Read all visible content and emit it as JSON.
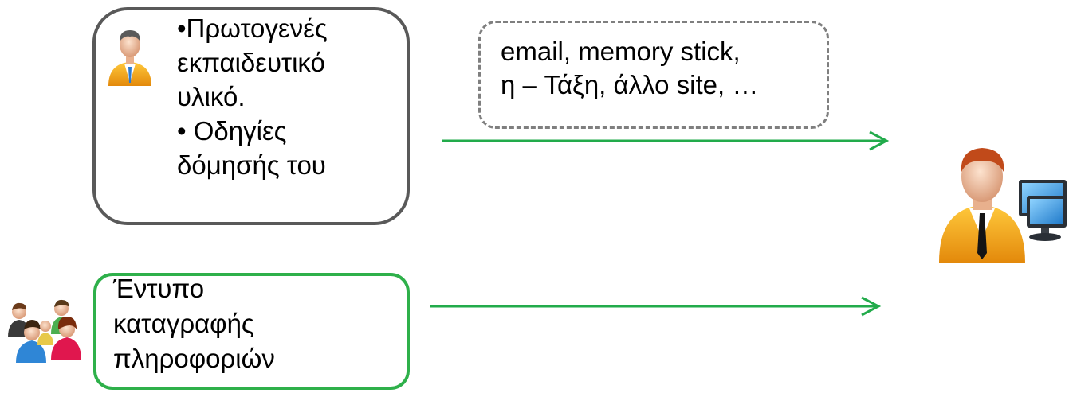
{
  "material_box": {
    "lines": [
      "•Πρωτογενές",
      "εκπαιδευτικό",
      "υλικό.",
      "• Οδηγίες",
      "δόμησής του"
    ]
  },
  "channel_box": {
    "lines": [
      "email, memory stick,",
      "η – Τάξη, άλλο site, …"
    ]
  },
  "form_box": {
    "lines": [
      "Έντυπο",
      "καταγραφής",
      "πληροφοριών"
    ]
  },
  "icons": {
    "teacher": "teacher-person-icon",
    "group": "group-people-icon",
    "admin": "admin-computer-icon"
  },
  "colors": {
    "arrow": "#22ab4b",
    "material_border": "#595959",
    "channel_border": "#7f7f7f",
    "form_border": "#2eb04a"
  }
}
